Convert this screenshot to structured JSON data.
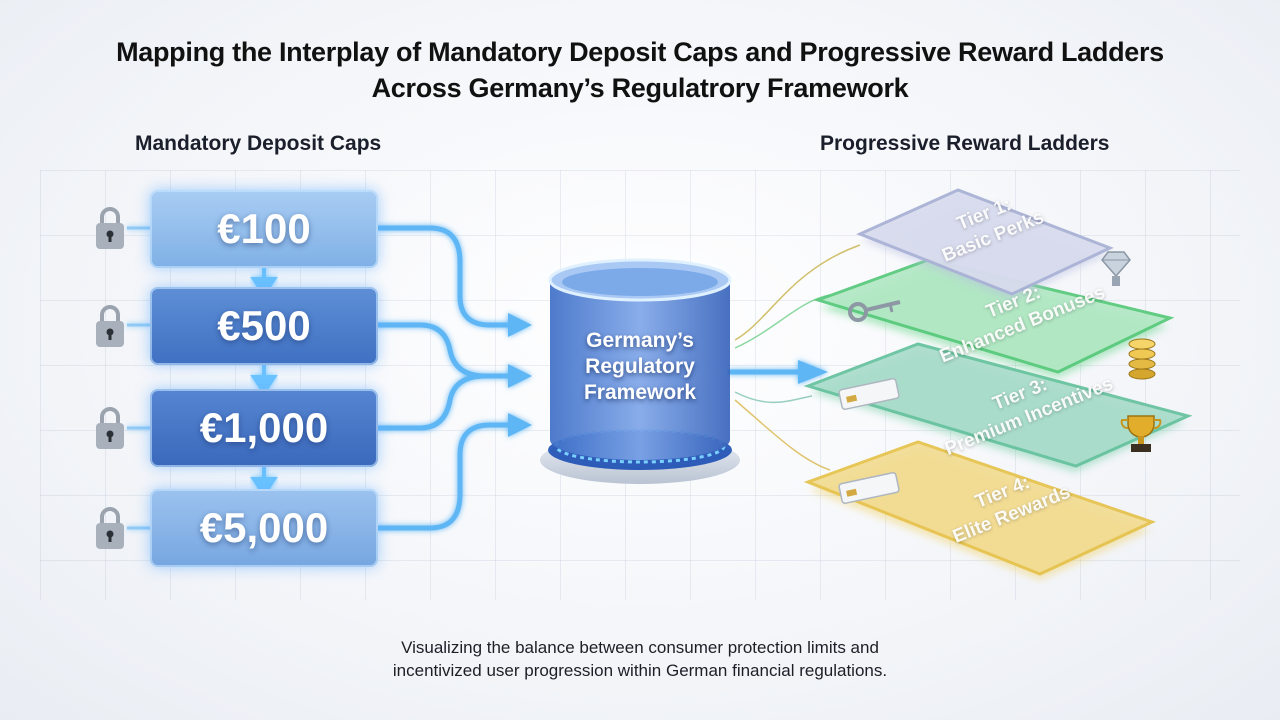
{
  "title": {
    "line1": "Mapping the Interplay of Mandatory Deposit Caps and Progressive Reward Ladders",
    "line2": "Across Germany’s Regulatrory Framework"
  },
  "left_heading": "Mandatory Deposit Caps",
  "right_heading": "Progressive Reward Ladders",
  "deposit_caps": [
    "€100",
    "€500",
    "€1,000",
    "€5,000"
  ],
  "framework": {
    "line1": "Germany’s",
    "line2": "Regulatory",
    "line3": "Framework"
  },
  "tiers": [
    {
      "line1": "Tier 1:",
      "line2": "Basic Perks",
      "color": "#b9bfdc"
    },
    {
      "line1": "Tier 2:",
      "line2": "Enhanced Bonuses",
      "color": "#7fd69a"
    },
    {
      "line1": "Tier 3:",
      "line2": "Premium Incentives",
      "color": "#6fc3a8"
    },
    {
      "line1": "Tier 4:",
      "line2": "Elite Rewards",
      "color": "#e9cf6d"
    }
  ],
  "icons": [
    "lock-icon",
    "diamond-icon",
    "key-icon",
    "coins-icon",
    "card-icon",
    "trophy-icon"
  ],
  "subtitle": {
    "line1": "Visualizing the balance between consumer protection limits and",
    "line2": "incentivized user progression within German financial regulations."
  }
}
